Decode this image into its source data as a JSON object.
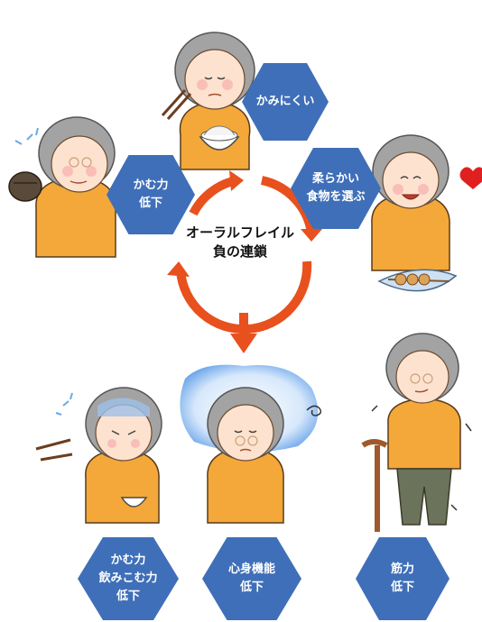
{
  "center": {
    "line1": "オーラルフレイル",
    "line2": "負の連鎖"
  },
  "nodes": {
    "top": {
      "label": "かみにくい"
    },
    "left": {
      "line1": "かむ力",
      "line2": "低下"
    },
    "right": {
      "line1": "柔らかい",
      "line2": "食物を選ぶ"
    }
  },
  "outcomes": {
    "chewing": {
      "line1": "かむ力",
      "line2": "飲みこむ力",
      "line3": "低下"
    },
    "mental": {
      "line1": "心身機能",
      "line2": "低下"
    },
    "muscle": {
      "line1": "筋力",
      "line2": "低下"
    }
  },
  "colors": {
    "hexagon": "#3f6fb8",
    "arrow": "#e8501e",
    "shirt": "#f4a83a",
    "hair": "#9a9a9a",
    "sky": "#5f9ee8"
  },
  "icons": [
    "heart-icon",
    "chopsticks-icon",
    "rice-bowl-icon",
    "dango-plate-icon",
    "cane-icon",
    "worry-swirl-icon"
  ]
}
